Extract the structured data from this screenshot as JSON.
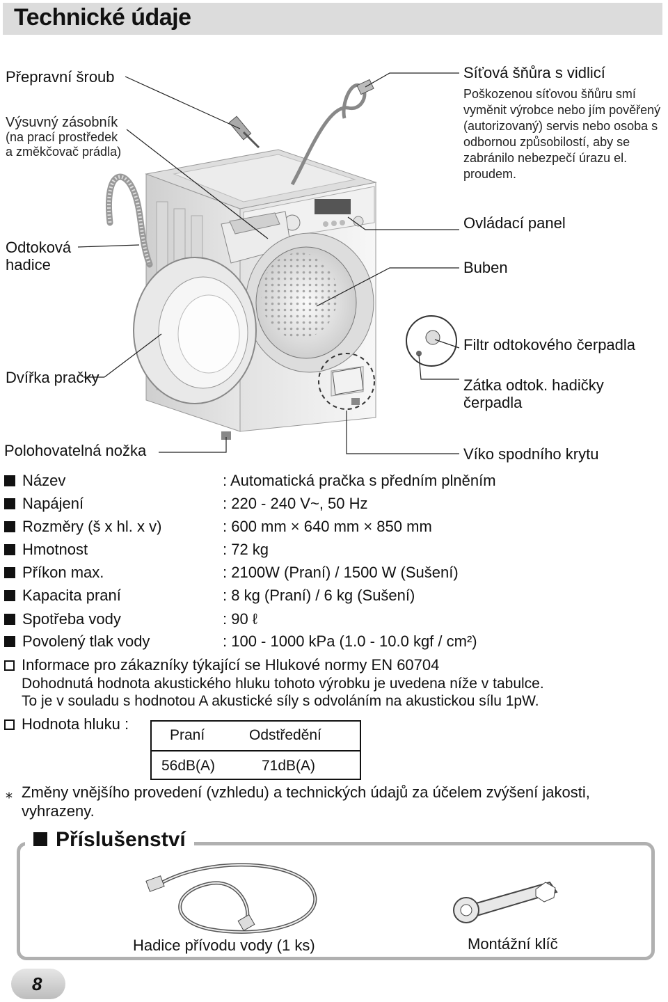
{
  "header": {
    "title": "Technické údaje"
  },
  "callouts": {
    "transport_bolt": "Přepravní šroub",
    "dispenser": [
      "Výsuvný zásobník",
      "(na prací prostředek",
      "a změkčovač prádla)"
    ],
    "drain_hose": [
      "Odtoková",
      "hadice"
    ],
    "door": "Dvířka pračky",
    "leveling_foot": "Polohovatelná nožka",
    "power_cord_title": "Síťová šňůra s vidlicí",
    "power_cord_note": [
      "Poškozenou síťovou šňůru smí",
      "vyměnit výrobce nebo jím pověřený",
      "(autorizovaný) servis nebo osoba s",
      "odbornou způsobilostí, aby se",
      "zabránilo nebezpečí úrazu el.",
      "proudem."
    ],
    "control_panel": "Ovládací panel",
    "drum": "Buben",
    "pump_filter": "Filtr odtokového čerpadla",
    "drain_plug": [
      "Zátka odtok. hadičky",
      "čerpadla"
    ],
    "lower_cover": "Víko spodního krytu"
  },
  "specs": [
    {
      "label": "Název",
      "value": ": Automatická pračka s předním plněním"
    },
    {
      "label": "Napájení",
      "value": ": 220 - 240 V~, 50 Hz"
    },
    {
      "label": "Rozměry (š x hl. x v)",
      "value": ": 600 mm × 640 mm × 850 mm"
    },
    {
      "label": "Hmotnost",
      "value": ": 72 kg"
    },
    {
      "label": "Příkon max.",
      "value": ": 2100W (Praní) / 1500 W (Sušení)"
    },
    {
      "label": "Kapacita praní",
      "value": ": 8 kg (Praní) / 6 kg (Sušení)"
    },
    {
      "label": "Spotřeba vody",
      "value": ": 90 ℓ"
    },
    {
      "label": "Povolený tlak vody",
      "value": ": 100 - 1000 kPa (1.0 - 10.0 kgf / cm²)"
    }
  ],
  "noise_info": {
    "heading": "Informace pro zákazníky týkající se Hlukové normy EN 60704",
    "line1": "Dohodnutá hodnota akustického hluku tohoto výrobku je uvedena níže v tabulce.",
    "line2": "To je v souladu s hodnotou A akustické síly s odvoláním na akustickou sílu 1pW.",
    "label": "Hodnota hluku :",
    "table": {
      "headers": [
        "Praní",
        "Odstředění"
      ],
      "values": [
        "56dB(A)",
        "71dB(A)"
      ]
    }
  },
  "disclaimer": {
    "symbol": "⁎",
    "line1": "Změny vnějšího provedení (vzhledu) a technických údajů za účelem zvýšení jakosti,",
    "line2": "vyhrazeny."
  },
  "accessories": {
    "title": "Příslušenství",
    "items": [
      "Hadice přívodu vody (1 ks)",
      "Montážní klíč"
    ]
  },
  "page_number": "8"
}
